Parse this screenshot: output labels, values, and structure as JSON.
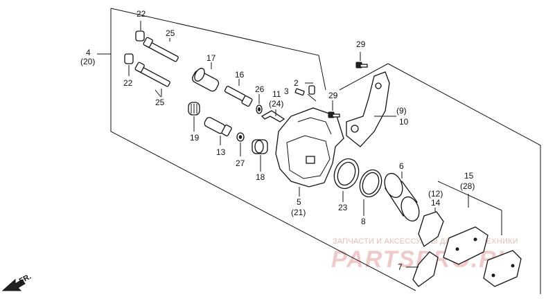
{
  "diagram": {
    "labels": {
      "n2": "2",
      "n3": "3",
      "n4": "4",
      "n4b": "(20)",
      "n5": "5",
      "n5b": "(21)",
      "n6": "6",
      "n7": "7",
      "n8": "8",
      "n9": "(9)",
      "n10": "10",
      "n11": "11",
      "n11b": "(24)",
      "n12": "(12)",
      "n13": "13",
      "n14": "14",
      "n15": "15",
      "n15b": "(28)",
      "n16": "16",
      "n17": "17",
      "n18": "18",
      "n19": "19",
      "n22a": "22",
      "n22b": "22",
      "n23": "23",
      "n25a": "25",
      "n25b": "25",
      "n26": "26",
      "n27": "27",
      "n29a": "29",
      "n29b": "29"
    },
    "front_arrow": "FR.",
    "watermark": {
      "top_text": "ЗАПЧАСТИ И АКСЕССУАРЫ ДЛЯ МОТОТЕХНИКИ",
      "logo_text": "PARTSPRO.RU"
    }
  }
}
